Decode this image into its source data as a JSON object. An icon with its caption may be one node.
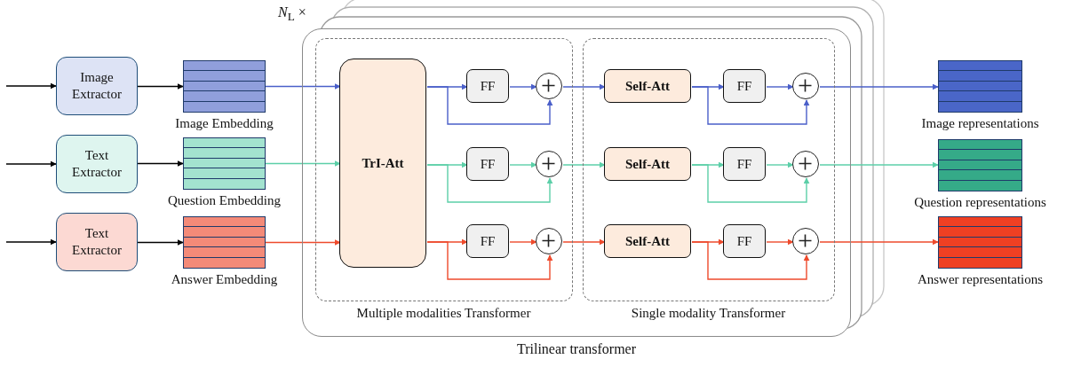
{
  "diagram": {
    "nodes": [
      {
        "text": [
          "Trilinear transformer"
        ],
        "beside": [
          "*N*$_{L}$ ×"
        ]
      },
      {
        "text": [
          "Multiple modalities Transformer"
        ],
        "in": 0
      },
      {
        "text": [
          "Single modality Transformer"
        ],
        "in": 0
      },
      {
        "text": [
          "Image Extractor"
        ]
      },
      {
        "text": [
          "Text Extractor"
        ]
      },
      {
        "text": [
          "Text Extractor"
        ]
      },
      {
        "text": [
          "Image Embedding"
        ]
      },
      {
        "text": [
          "Question Embedding"
        ]
      },
      {
        "text": [
          "Answer Embedding"
        ]
      },
      {
        "text": [
          "TrI-Att"
        ],
        "in": 1
      },
      {
        "text": [
          "FF"
        ],
        "in": 1
      },
      {
        "text": [],
        "shape": "circle",
        "in": 1
      },
      {
        "text": [
          "FF"
        ],
        "in": 1
      },
      {
        "text": [],
        "shape": "circle",
        "in": 1
      },
      {
        "text": [
          "FF"
        ],
        "in": 1
      },
      {
        "text": [],
        "shape": "circle",
        "in": 1
      },
      {
        "text": [
          "Self-Att"
        ],
        "in": 2
      },
      {
        "text": [
          "FF"
        ],
        "in": 2
      },
      {
        "text": [],
        "shape": "circle",
        "in": 2
      },
      {
        "text": [
          "Self-Att"
        ],
        "in": 2
      },
      {
        "text": [
          "FF"
        ],
        "in": 2
      },
      {
        "text": [],
        "shape": "circle",
        "in": 2
      },
      {
        "text": [
          "Self-Att"
        ],
        "in": 2
      },
      {
        "text": [
          "FF"
        ],
        "in": 2
      },
      {
        "text": [],
        "shape": "circle",
        "in": 2
      },
      {
        "text": [
          "Image representations"
        ]
      },
      {
        "text": [
          "Question representations"
        ]
      },
      {
        "text": [
          "Answer representations"
        ]
      }
    ],
    "edges": [
      {
        "from": null,
        "to": 3,
        "arrow": "to",
        "color": "#000000"
      },
      {
        "from": null,
        "to": 4,
        "arrow": "to",
        "color": "#000000"
      },
      {
        "from": null,
        "to": 5,
        "arrow": "to",
        "color": "#000000"
      },
      {
        "from": 3,
        "to": 6,
        "arrow": "to",
        "color": "#000000"
      },
      {
        "from": 4,
        "to": 7,
        "arrow": "to",
        "color": "#000000"
      },
      {
        "from": 5,
        "to": 8,
        "arrow": "to",
        "color": "#000000"
      },
      {
        "from": 6,
        "to": 9,
        "arrow": "to",
        "color": "#4a5fc9"
      },
      {
        "from": 7,
        "to": 9,
        "arrow": "to",
        "color": "#5ccfa8"
      },
      {
        "from": 8,
        "to": 9,
        "arrow": "to",
        "color": "#ee4a2c"
      },
      {
        "from": 9,
        "to": 10,
        "arrow": "to",
        "color": "#4a5fc9"
      },
      {
        "from": 10,
        "to": 11,
        "arrow": "to",
        "color": "#4a5fc9"
      },
      {
        "from": 9,
        "to": 11,
        "arrow": "to",
        "color": "#4a5fc9"
      },
      {
        "from": 11,
        "to": 16,
        "arrow": "to",
        "color": "#4a5fc9"
      },
      {
        "from": 16,
        "to": 17,
        "arrow": "to",
        "color": "#4a5fc9"
      },
      {
        "from": 17,
        "to": 18,
        "arrow": "to",
        "color": "#4a5fc9"
      },
      {
        "from": 16,
        "to": 18,
        "arrow": "to",
        "color": "#4a5fc9"
      },
      {
        "from": 18,
        "to": 25,
        "arrow": "to",
        "color": "#4a5fc9"
      },
      {
        "from": 9,
        "to": 12,
        "arrow": "to",
        "color": "#5ccfa8"
      },
      {
        "from": 12,
        "to": 13,
        "arrow": "to",
        "color": "#5ccfa8"
      },
      {
        "from": 9,
        "to": 13,
        "arrow": "to",
        "color": "#5ccfa8"
      },
      {
        "from": 13,
        "to": 19,
        "arrow": "to",
        "color": "#5ccfa8"
      },
      {
        "from": 19,
        "to": 20,
        "arrow": "to",
        "color": "#5ccfa8"
      },
      {
        "from": 20,
        "to": 21,
        "arrow": "to",
        "color": "#5ccfa8"
      },
      {
        "from": 19,
        "to": 21,
        "arrow": "to",
        "color": "#5ccfa8"
      },
      {
        "from": 21,
        "to": 26,
        "arrow": "to",
        "color": "#5ccfa8"
      },
      {
        "from": 9,
        "to": 14,
        "arrow": "to",
        "color": "#ee4a2c"
      },
      {
        "from": 14,
        "to": 15,
        "arrow": "to",
        "color": "#ee4a2c"
      },
      {
        "from": 9,
        "to": 15,
        "arrow": "to",
        "color": "#ee4a2c"
      },
      {
        "from": 15,
        "to": 22,
        "arrow": "to",
        "color": "#ee4a2c"
      },
      {
        "from": 22,
        "to": 23,
        "arrow": "to",
        "color": "#ee4a2c"
      },
      {
        "from": 23,
        "to": 24,
        "arrow": "to",
        "color": "#ee4a2c"
      },
      {
        "from": 22,
        "to": 24,
        "arrow": "to",
        "color": "#ee4a2c"
      },
      {
        "from": 24,
        "to": 27,
        "arrow": "to",
        "color": "#ee4a2c"
      }
    ]
  }
}
